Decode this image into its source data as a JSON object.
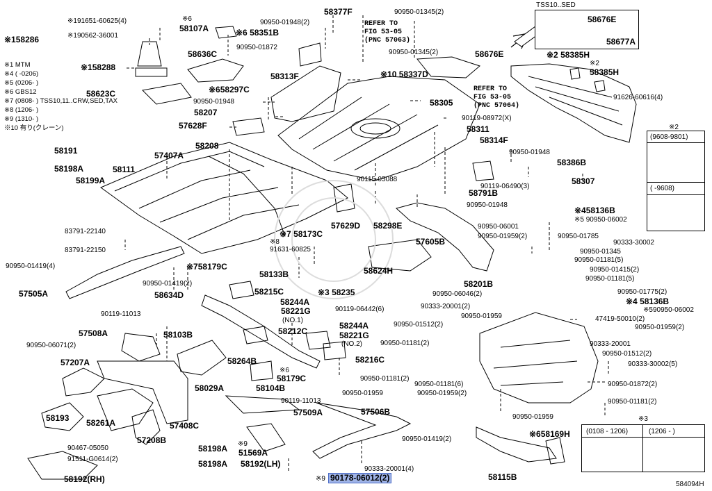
{
  "diagram_code": "584094H",
  "notes": [
    "※1 MTM",
    "※4 (      -0206)",
    "※5 (0206-       )",
    "※6 GBS12",
    "※7 (0808-       ) TSS10,11..CRW,SED,TAX",
    "※8 (1206-       )",
    "※9 (1310-       )",
    "※10 有り(クレーン)"
  ],
  "refs": [
    {
      "text": "REFER TO\nFIG 53-05\n(PNC 57063)"
    },
    {
      "text": "REFER TO\nFIG 53-05\n(PNC 57064)"
    }
  ],
  "insets": {
    "tss10": {
      "title": "TSS10..SED",
      "labels": [
        "58676E",
        "58677A"
      ]
    },
    "mark2": {
      "title": "※2",
      "cols": [
        "(9608-9801)",
        "(       -9608)"
      ]
    },
    "mark3": {
      "title": "※3",
      "cols": [
        "(0108 - 1206)",
        "(1206 -      )"
      ]
    }
  },
  "labels": [
    {
      "id": "l1",
      "text": "※191651-60625(4)"
    },
    {
      "id": "l2",
      "text": "※158286"
    },
    {
      "id": "l3",
      "text": "※190562-36001"
    },
    {
      "id": "l4",
      "text": "※158288"
    },
    {
      "id": "l5",
      "text": "※6"
    },
    {
      "id": "l6",
      "text": "58107A"
    },
    {
      "id": "l7",
      "text": "90950-01948(2)"
    },
    {
      "id": "l8",
      "text": "58377F"
    },
    {
      "id": "l9",
      "text": "90950-01345(2)"
    },
    {
      "id": "l10",
      "text": "※6 58351B"
    },
    {
      "id": "l11",
      "text": "58636C"
    },
    {
      "id": "l12",
      "text": "90950-01872"
    },
    {
      "id": "l13",
      "text": "90950-01345(2)"
    },
    {
      "id": "l14",
      "text": "58676E"
    },
    {
      "id": "l15",
      "text": "※2 58385H"
    },
    {
      "id": "l16",
      "text": "※2"
    },
    {
      "id": "l17",
      "text": "58385H"
    },
    {
      "id": "l18",
      "text": "※10 58337D"
    },
    {
      "id": "l19",
      "text": "58313F"
    },
    {
      "id": "l20",
      "text": "58623C"
    },
    {
      "id": "l21",
      "text": "※658297C"
    },
    {
      "id": "l22",
      "text": "91626-60616(4)"
    },
    {
      "id": "l23",
      "text": "90950-01948"
    },
    {
      "id": "l24",
      "text": "58305"
    },
    {
      "id": "l25",
      "text": "58207"
    },
    {
      "id": "l26",
      "text": "90119-08972(X)"
    },
    {
      "id": "l27",
      "text": "57628F"
    },
    {
      "id": "l28",
      "text": "58311"
    },
    {
      "id": "l29",
      "text": "58314F"
    },
    {
      "id": "l30",
      "text": "58208"
    },
    {
      "id": "l31",
      "text": "90950-01948"
    },
    {
      "id": "l32",
      "text": "58191"
    },
    {
      "id": "l33",
      "text": "57407A"
    },
    {
      "id": "l34",
      "text": "58386B"
    },
    {
      "id": "l35",
      "text": "58198A"
    },
    {
      "id": "l36",
      "text": "58111"
    },
    {
      "id": "l37",
      "text": "90115-05088"
    },
    {
      "id": "l38",
      "text": "58307"
    },
    {
      "id": "l39",
      "text": "58199A"
    },
    {
      "id": "l40",
      "text": "90119-06490(3)"
    },
    {
      "id": "l41",
      "text": "58791B"
    },
    {
      "id": "l42",
      "text": "90950-01948"
    },
    {
      "id": "l43",
      "text": "※458136B"
    },
    {
      "id": "l44",
      "text": "83791-22140"
    },
    {
      "id": "l45",
      "text": "57629D"
    },
    {
      "id": "l46",
      "text": "58298E"
    },
    {
      "id": "l47",
      "text": "57605B"
    },
    {
      "id": "l48",
      "text": "※5 90950-06002"
    },
    {
      "id": "l49",
      "text": "※7 58173C"
    },
    {
      "id": "l50",
      "text": "90950-06001"
    },
    {
      "id": "l51",
      "text": "90950-01785"
    },
    {
      "id": "l52",
      "text": "※8"
    },
    {
      "id": "l53",
      "text": "90950-01959(2)"
    },
    {
      "id": "l54",
      "text": "90333-30002"
    },
    {
      "id": "l55",
      "text": "83791-22150"
    },
    {
      "id": "l56",
      "text": "91631-60825"
    },
    {
      "id": "l57",
      "text": "90950-01345"
    },
    {
      "id": "l58",
      "text": "90950-01419(4)"
    },
    {
      "id": "l59",
      "text": "※758179C"
    },
    {
      "id": "l60",
      "text": "58133B"
    },
    {
      "id": "l61",
      "text": "58624H"
    },
    {
      "id": "l62",
      "text": "90950-01181(5)"
    },
    {
      "id": "l63",
      "text": "90950-01415(2)"
    },
    {
      "id": "l64",
      "text": "90950-01181(5)"
    },
    {
      "id": "l65",
      "text": "57505A"
    },
    {
      "id": "l66",
      "text": "90950-01419(2)"
    },
    {
      "id": "l67",
      "text": "58201B"
    },
    {
      "id": "l68",
      "text": "58215C"
    },
    {
      "id": "l69",
      "text": "※3 58235"
    },
    {
      "id": "l70",
      "text": "90950-06046(2)"
    },
    {
      "id": "l71",
      "text": "90950-01775(2)"
    },
    {
      "id": "l72",
      "text": "58634D"
    },
    {
      "id": "l73",
      "text": "58244A"
    },
    {
      "id": "l74",
      "text": "※4 58136B"
    },
    {
      "id": "l75",
      "text": "90333-20001(2)"
    },
    {
      "id": "l76",
      "text": "90119-06442(6)"
    },
    {
      "id": "l77",
      "text": "※590950-06002"
    },
    {
      "id": "l78",
      "text": "90119-11013"
    },
    {
      "id": "l79",
      "text": "58221G"
    },
    {
      "id": "l80",
      "text": "(NO.1)"
    },
    {
      "id": "l81",
      "text": "90950-01959"
    },
    {
      "id": "l82",
      "text": "47419-50010(2)"
    },
    {
      "id": "l83",
      "text": "58244A"
    },
    {
      "id": "l84",
      "text": "90950-01512(2)"
    },
    {
      "id": "l85",
      "text": "90950-01959(2)"
    },
    {
      "id": "l86",
      "text": "57508A"
    },
    {
      "id": "l87",
      "text": "58103B"
    },
    {
      "id": "l88",
      "text": "58212C"
    },
    {
      "id": "l89",
      "text": "58221G"
    },
    {
      "id": "l90",
      "text": "(NO.2)"
    },
    {
      "id": "l91",
      "text": "90950-06071(2)"
    },
    {
      "id": "l92",
      "text": "90950-01181(2)"
    },
    {
      "id": "l93",
      "text": "90333-20001"
    },
    {
      "id": "l94",
      "text": "90950-01512(2)"
    },
    {
      "id": "l95",
      "text": "58216C"
    },
    {
      "id": "l96",
      "text": "58264B"
    },
    {
      "id": "l97",
      "text": "90333-30002(5)"
    },
    {
      "id": "l98",
      "text": "57207A"
    },
    {
      "id": "l99",
      "text": "※6"
    },
    {
      "id": "l100",
      "text": "58179C"
    },
    {
      "id": "l101",
      "text": "90950-01181(2)"
    },
    {
      "id": "l102",
      "text": "90950-01181(6)"
    },
    {
      "id": "l103",
      "text": "90950-01872(2)"
    },
    {
      "id": "l104",
      "text": "58029A"
    },
    {
      "id": "l105",
      "text": "58104B"
    },
    {
      "id": "l106",
      "text": "90950-01959"
    },
    {
      "id": "l107",
      "text": "90950-01959(2)"
    },
    {
      "id": "l108",
      "text": "90119-11013"
    },
    {
      "id": "l109",
      "text": "90950-01181(2)"
    },
    {
      "id": "l110",
      "text": "58193"
    },
    {
      "id": "l111",
      "text": "58261A"
    },
    {
      "id": "l112",
      "text": "57408C"
    },
    {
      "id": "l113",
      "text": "57509A"
    },
    {
      "id": "l114",
      "text": "57506B"
    },
    {
      "id": "l115",
      "text": "90950-01959"
    },
    {
      "id": "l116",
      "text": "57208B"
    },
    {
      "id": "l117",
      "text": "90950-01419(2)"
    },
    {
      "id": "l118",
      "text": "90467-05050"
    },
    {
      "id": "l119",
      "text": "58198A"
    },
    {
      "id": "l120",
      "text": "※9"
    },
    {
      "id": "l121",
      "text": "51569A"
    },
    {
      "id": "l122",
      "text": "※658169H"
    },
    {
      "id": "l123",
      "text": "91511-G0614(2)"
    },
    {
      "id": "l124",
      "text": "58198A"
    },
    {
      "id": "l125",
      "text": "58192(LH)"
    },
    {
      "id": "l126",
      "text": "90333-20001(4)"
    },
    {
      "id": "l127",
      "text": "58115B"
    },
    {
      "id": "l128",
      "text": "58192(RH)"
    },
    {
      "id": "l129",
      "text": "※9"
    },
    {
      "id": "l130",
      "text": "90178-06012(2)"
    }
  ]
}
